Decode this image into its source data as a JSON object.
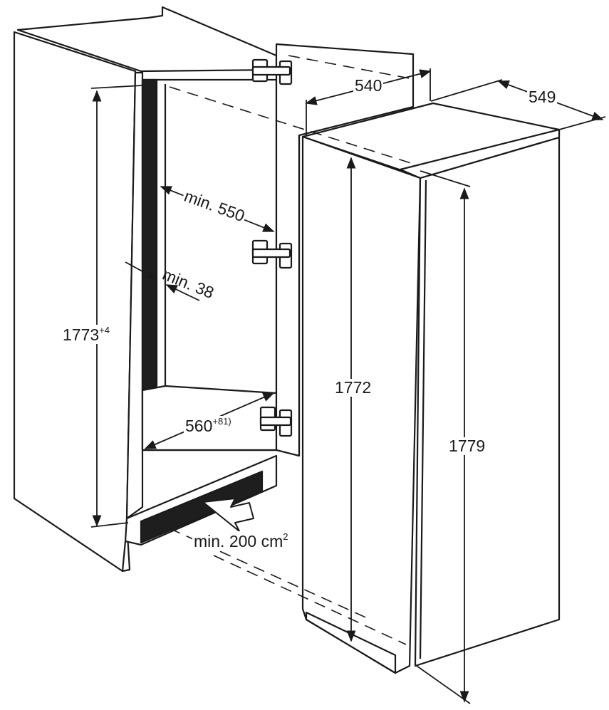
{
  "dimensions": {
    "niche_height": {
      "value": "1773",
      "tolerance": "+4"
    },
    "niche_width": {
      "value": "560",
      "tolerance": "+8",
      "note_ref": "1)"
    },
    "niche_depth_min": "min. 550",
    "rear_gap_min": "min. 38",
    "ventilation_min": {
      "value": "min. 200 cm",
      "exponent": "2"
    },
    "appliance_width": "540",
    "appliance_depth": "549",
    "appliance_body_height": "1772",
    "appliance_total_height": "1779"
  },
  "colors": {
    "line": "#1a1a1a",
    "fill": "#ffffff",
    "dark_panel": "#1e1e1e"
  }
}
